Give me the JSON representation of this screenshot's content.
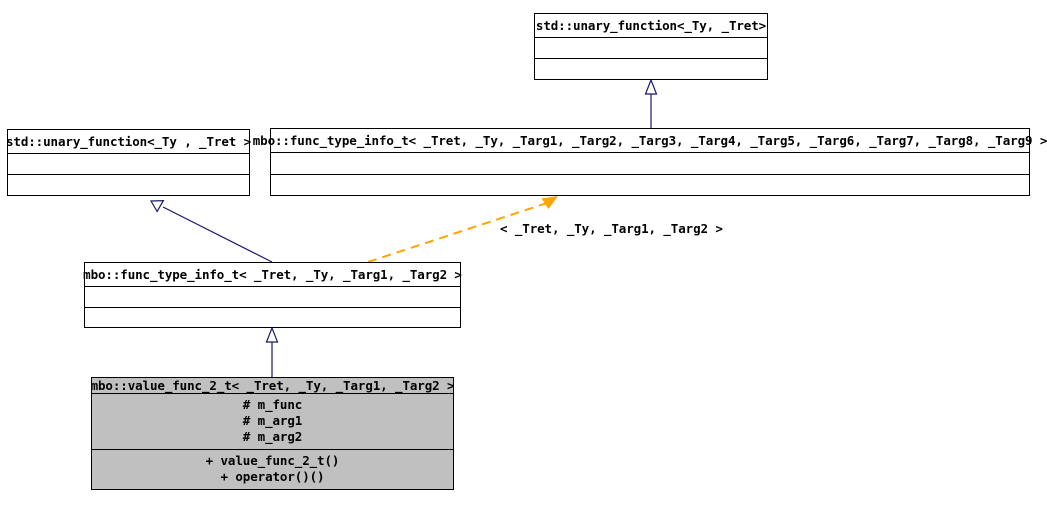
{
  "diagram": {
    "type": "uml-class-inheritance-diagram",
    "background_color": "#ffffff",
    "line_color": "#191970",
    "box_border_color": "#000000",
    "filled_box_color": "#c0c0c0",
    "template_edge_color": "#ffa500"
  },
  "classes": {
    "std_unary_function_top": {
      "name": "std::unary_function<_Ty, _Tret>",
      "filled": false
    },
    "std_unary_function_left": {
      "name": "std::unary_function<_Ty , _Tret >",
      "filled": false
    },
    "func_type_info_t_full": {
      "name": "mbo::func_type_info_t< _Tret, _Ty, _Targ1, _Targ2, _Targ3, _Targ4, _Targ5, _Targ6, _Targ7, _Targ8, _Targ9 >",
      "filled": false
    },
    "func_type_info_t_2": {
      "name": "mbo::func_type_info_t< _Tret, _Ty, _Targ1, _Targ2 >",
      "filled": false
    },
    "value_func_2_t": {
      "name": "mbo::value_func_2_t< _Tret, _Ty, _Targ1, _Targ2 >",
      "filled": true,
      "attributes": [
        "# m_func",
        "# m_arg1",
        "# m_arg2"
      ],
      "operations": [
        "+ value_func_2_t()",
        "+ operator()()"
      ]
    }
  },
  "edges": {
    "template_binding_label": "< _Tret, _Ty, _Targ1, _Targ2 >"
  }
}
